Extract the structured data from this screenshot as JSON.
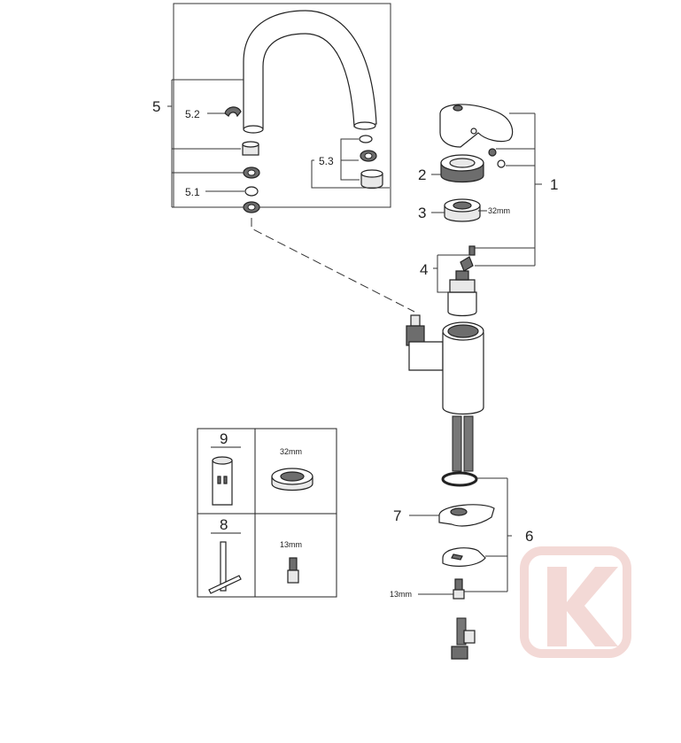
{
  "labels": {
    "p1": "1",
    "p2": "2",
    "p3": "3",
    "p4": "4",
    "p5": "5",
    "p5_1": "5.1",
    "p5_2": "5.2",
    "p5_3": "5.3",
    "p6": "6",
    "p7": "7",
    "p8": "8",
    "p9": "9",
    "size_32_nut": "32mm",
    "size_13_nut": "13mm",
    "tool_32": "32mm",
    "tool_13": "13mm"
  },
  "watermark": {
    "letter": "K",
    "color": "#f3d9d6"
  },
  "colors": {
    "line": "#333333",
    "part_fill": "#e8e8e8",
    "dark_fill": "#6d6d6d"
  }
}
